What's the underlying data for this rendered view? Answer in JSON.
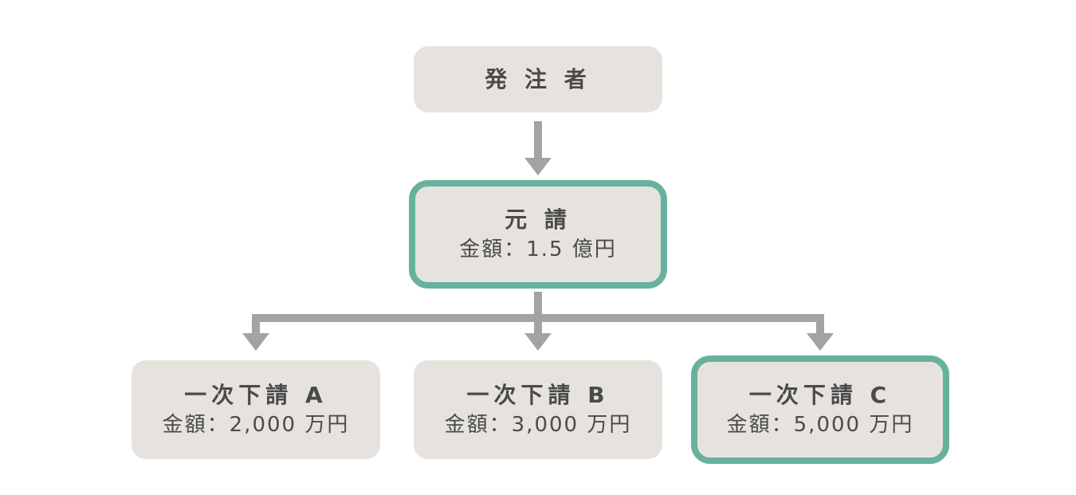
{
  "diagram": {
    "client": {
      "title": "発 注 者"
    },
    "prime": {
      "title": "元 請",
      "amount": "金額：1.5 億円"
    },
    "subs": [
      {
        "title": "一次下請 A",
        "amount": "金額：2,000 万円"
      },
      {
        "title": "一次下請 B",
        "amount": "金額：3,000 万円"
      },
      {
        "title": "一次下請 C",
        "amount": "金額：5,000 万円"
      }
    ]
  },
  "colors": {
    "box_fill": "#e6e3df",
    "highlight_border": "#66b29e",
    "arrow": "#a3a3a3",
    "text": "#4a4a4a"
  }
}
